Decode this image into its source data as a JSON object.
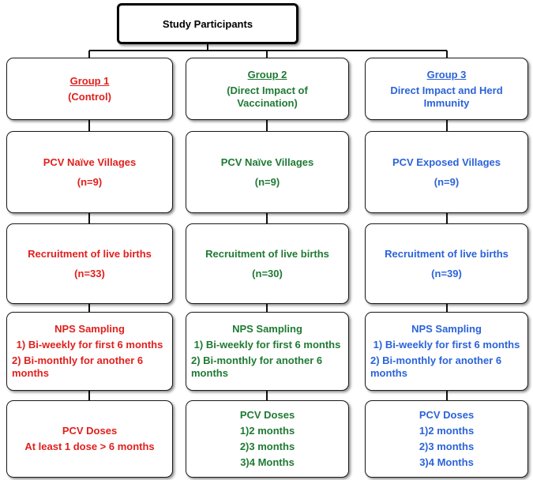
{
  "title": "Study Participants",
  "colors": {
    "group1": "#e0201d",
    "group2": "#1f7a33",
    "group3": "#2b63d9"
  },
  "groups": [
    {
      "name": "Group 1",
      "desc_lines": [
        "(Control)"
      ],
      "villages": "PCV Naïve Villages",
      "villages_n": "(n=9)",
      "recruitment": "Recruitment of live births",
      "recruitment_n": "(n=33)",
      "nps_title": "NPS Sampling",
      "nps_items": [
        "1) Bi-weekly  for first  6 months",
        "2) Bi-monthly for another  6 months"
      ],
      "doses_title": "PCV Doses",
      "doses_items": [
        "At least 1 dose > 6 months"
      ]
    },
    {
      "name": "Group 2",
      "desc_lines": [
        "(Direct Impact of",
        "Vaccination)"
      ],
      "villages": "PCV Naïve Villages",
      "villages_n": "(n=9)",
      "recruitment": "Recruitment of live births",
      "recruitment_n": "(n=30)",
      "nps_title": "NPS Sampling",
      "nps_items": [
        "1) Bi-weekly  for first  6 months",
        "2) Bi-monthly for another  6 months"
      ],
      "doses_title": "PCV Doses",
      "doses_items": [
        "1)2 months",
        "2)3 months",
        "3)4 Months"
      ]
    },
    {
      "name": "Group 3",
      "desc_lines": [
        "Direct Impact and Herd",
        "Immunity"
      ],
      "villages": "PCV Exposed Villages",
      "villages_n": "(n=9)",
      "recruitment": "Recruitment of live births",
      "recruitment_n": "(n=39)",
      "nps_title": "NPS Sampling",
      "nps_items": [
        "1) Bi-weekly  for first  6 months",
        "2) Bi-monthly for another  6 months"
      ],
      "doses_title": "PCV Doses",
      "doses_items": [
        "1)2 months",
        "2)3 months",
        "3)4 Months"
      ]
    }
  ]
}
